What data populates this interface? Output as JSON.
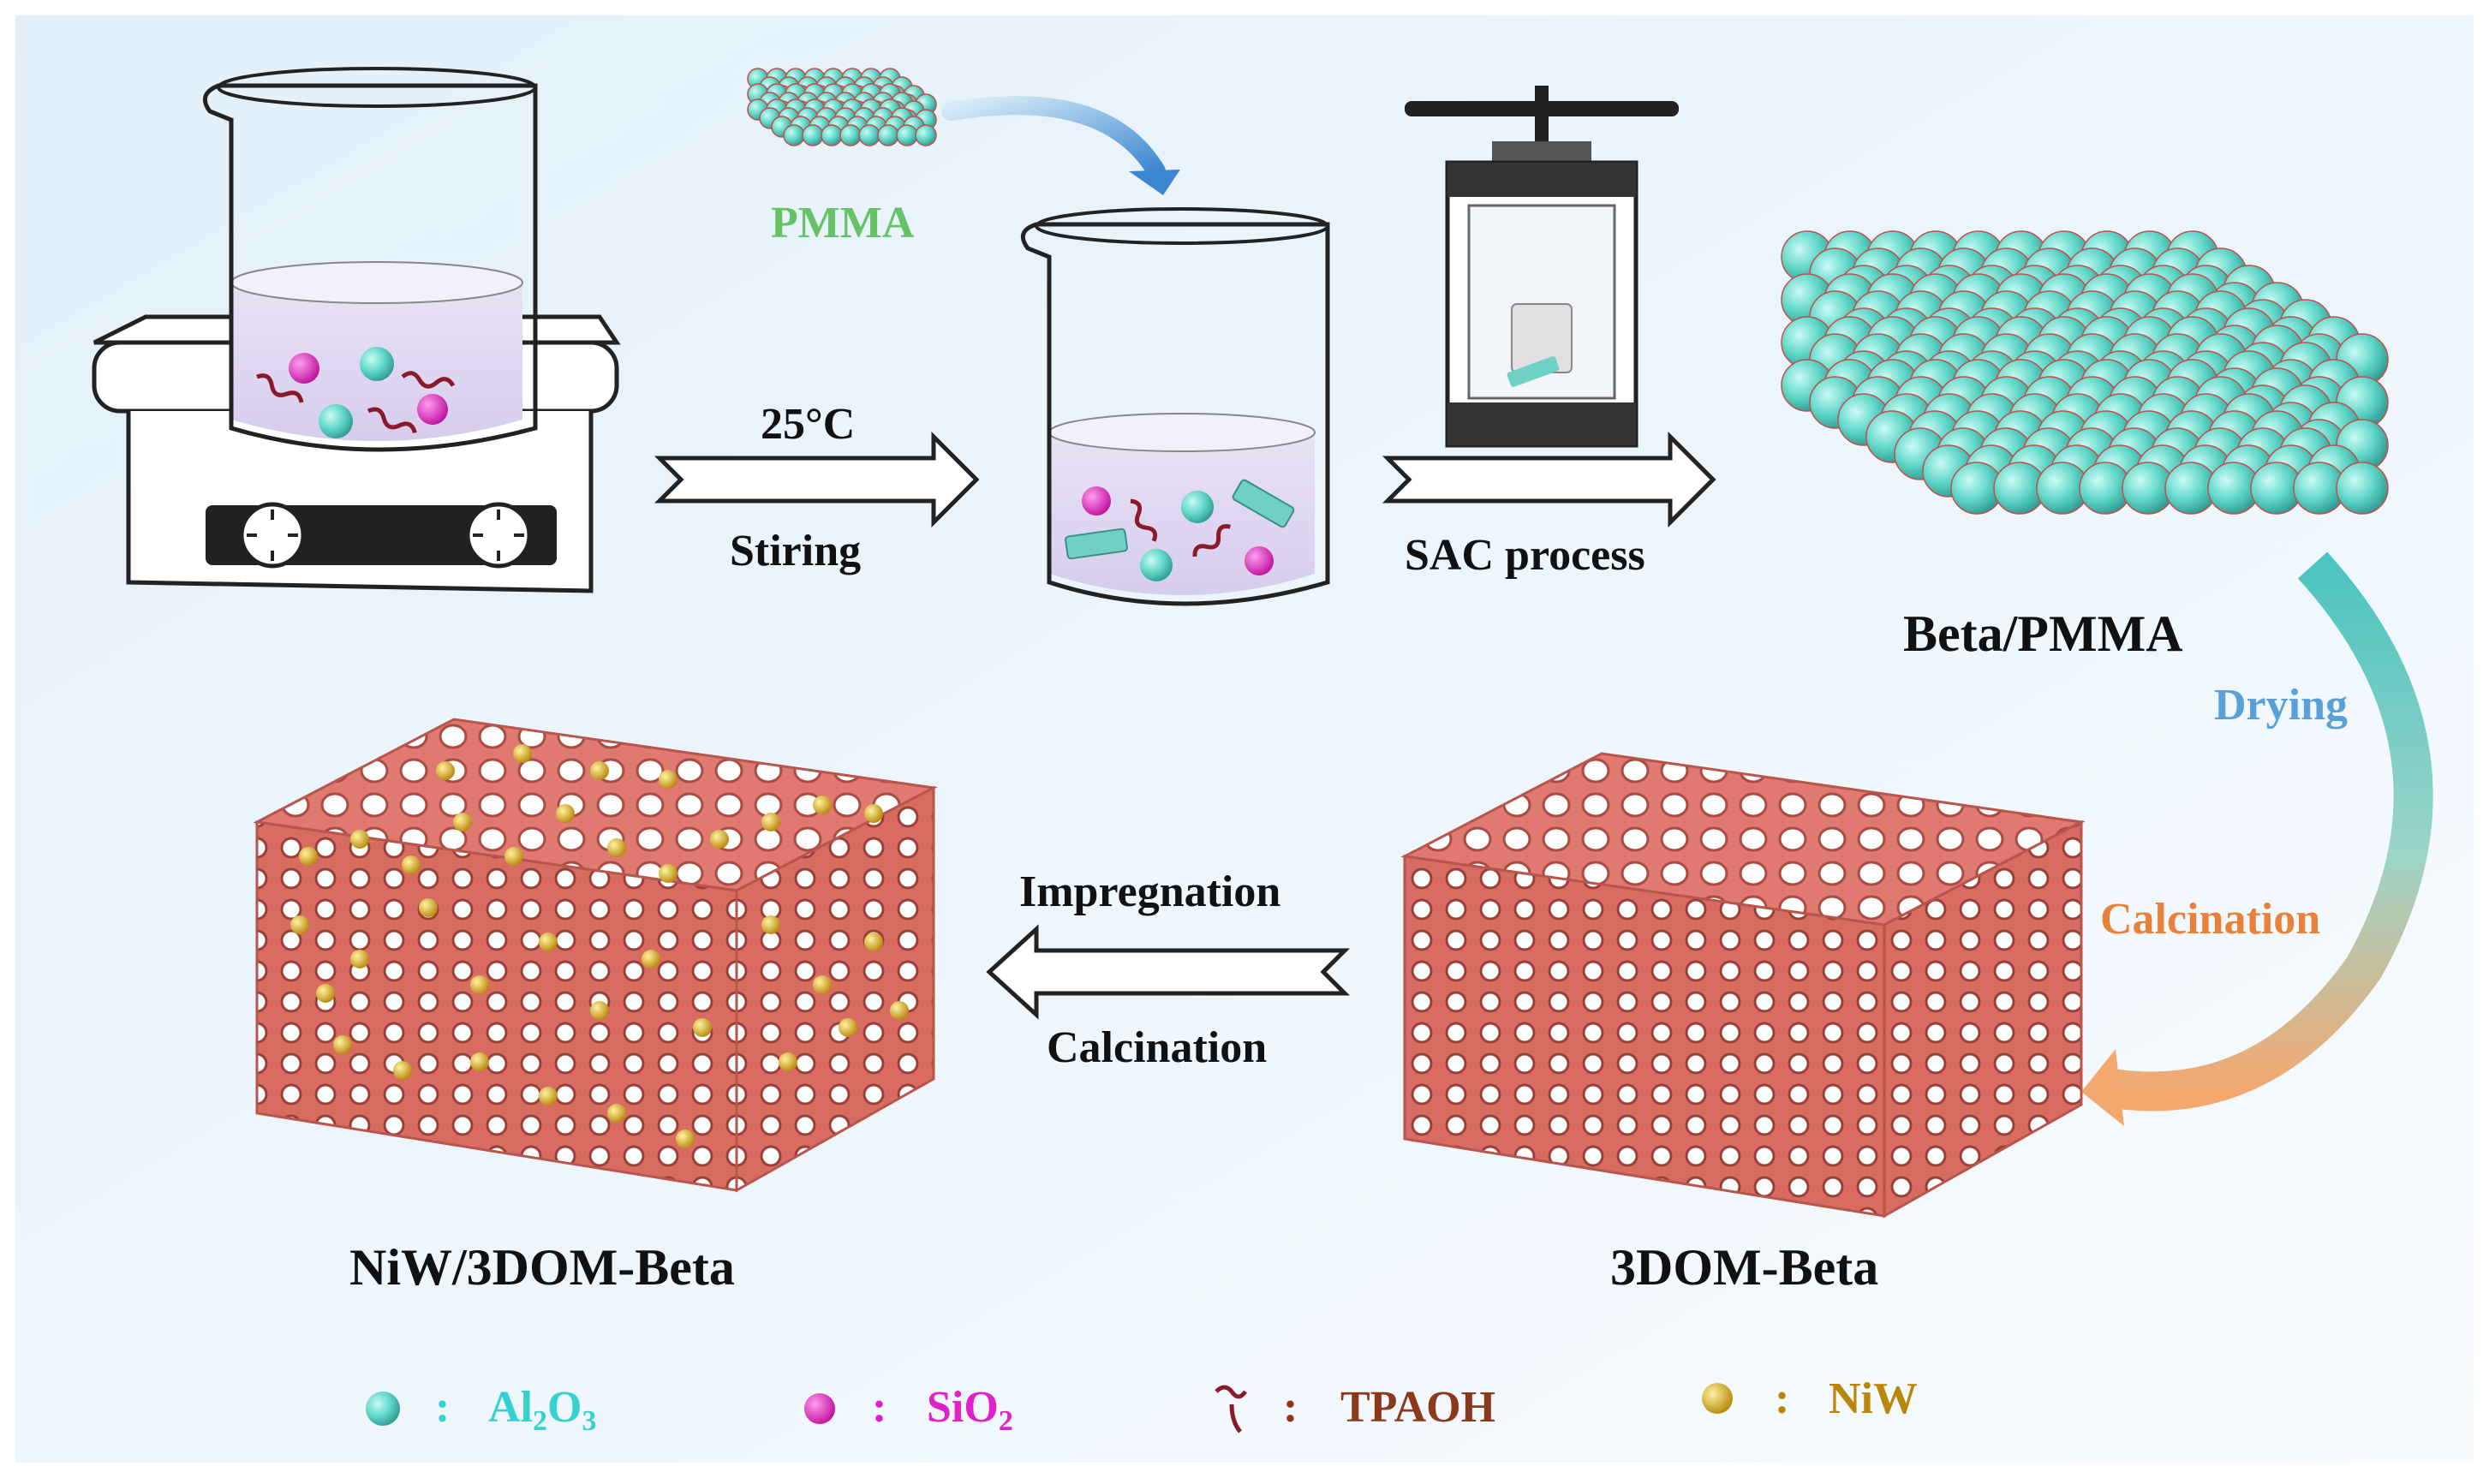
{
  "top_row": {
    "pmma_label": "PMMA",
    "step1_top": "25°C",
    "step1_bottom": "Stiring",
    "step2_bottom": "SAC process",
    "product1": "Beta/PMMA"
  },
  "side_process": {
    "drying": "Drying",
    "calcination": "Calcination"
  },
  "bottom_row": {
    "step3_top": "Impregnation",
    "step3_bottom": "Calcination",
    "product2": "3DOM-Beta",
    "product3": "NiW/3DOM-Beta"
  },
  "legend": {
    "items": [
      {
        "symbol": "cyan-sphere",
        "text_html": "Al<sub>2</sub>O<sub>3</sub>",
        "color": "#35d0d0"
      },
      {
        "symbol": "magenta-sphere",
        "text_html": "SiO<sub>2</sub>",
        "color": "#e020c8"
      },
      {
        "symbol": "wavy-line",
        "text": "TPAOH",
        "color": "#8a3a1a"
      },
      {
        "symbol": "gold-sphere",
        "text": "NiW",
        "color": "#b8860b"
      }
    ],
    "separator": ":"
  },
  "colors": {
    "background_top": "#e6f2fb",
    "background_bottom": "#f4f9fe",
    "pmma_sphere": "#5fd6c8",
    "framework": "#e07a70",
    "drying_text": "#5aa0d8",
    "calcination_text": "#e8823a",
    "pmma_text": "#66c266"
  }
}
